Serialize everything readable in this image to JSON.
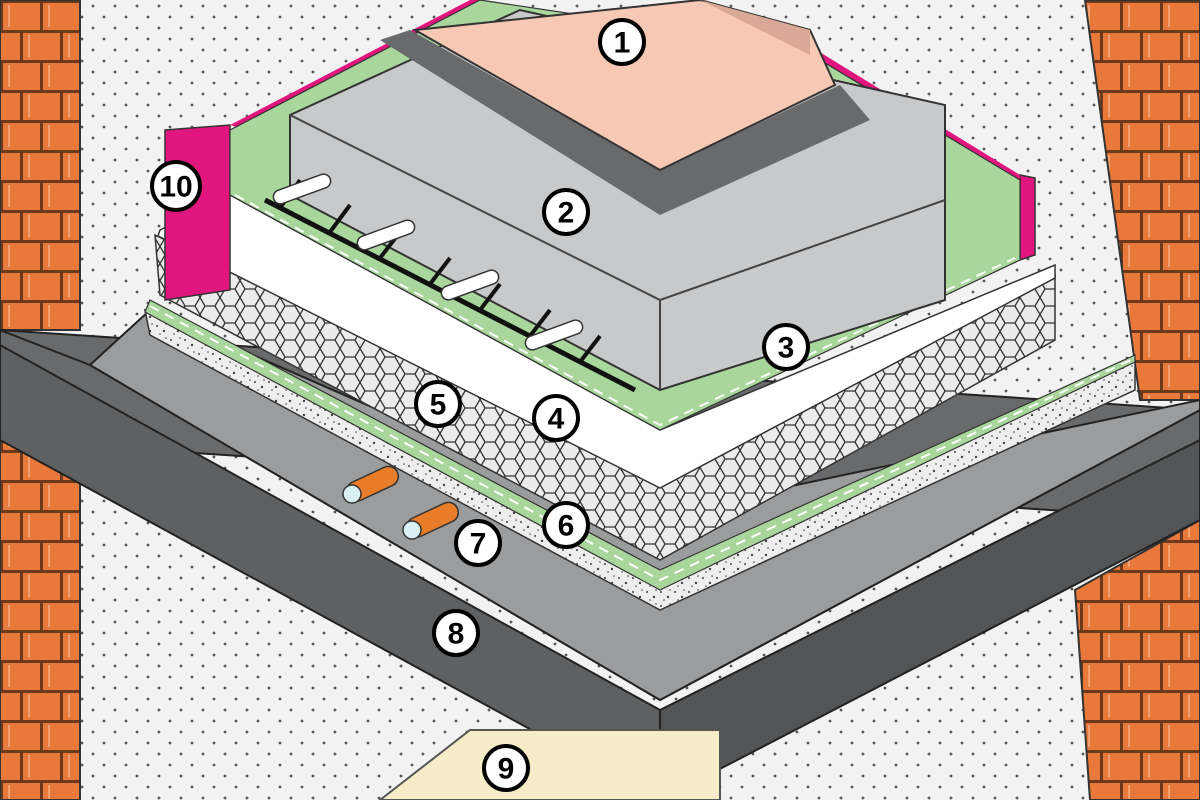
{
  "colors": {
    "plaster": "#f2f2f2",
    "brick": "#e8793a",
    "brick_joint": "#6b3a1c",
    "floor_finish": "#f7c9b4",
    "screed": "#c8c9ca",
    "screed_dark": "#696a6c",
    "membrane": "#a8d69b",
    "membrane_dash": "#ffffff",
    "insulation_white": "#ffffff",
    "insulation_hex": "#ebebeb",
    "levelling_layer": "#eeeeee",
    "slab": "#9b9c9e",
    "slab_front": "#686a6c",
    "ceiling_plaster": "#f6edc8",
    "edge_strip": "#e0167e",
    "pipe_orange": "#e87c29",
    "pipe_cap": "#d9f0f4"
  },
  "callouts": [
    {
      "label": "1",
      "layer": "floor-finish"
    },
    {
      "label": "2",
      "layer": "screed"
    },
    {
      "label": "3",
      "layer": "separation-membrane"
    },
    {
      "label": "4",
      "layer": "impact-sound-insulation"
    },
    {
      "label": "5",
      "layer": "thermal-insulation"
    },
    {
      "label": "6",
      "layer": "vapour-barrier"
    },
    {
      "label": "7",
      "layer": "installation-pipes"
    },
    {
      "label": "8",
      "layer": "concrete-slab"
    },
    {
      "label": "9",
      "layer": "ceiling-plaster"
    },
    {
      "label": "10",
      "layer": "edge-insulation-strip"
    }
  ]
}
